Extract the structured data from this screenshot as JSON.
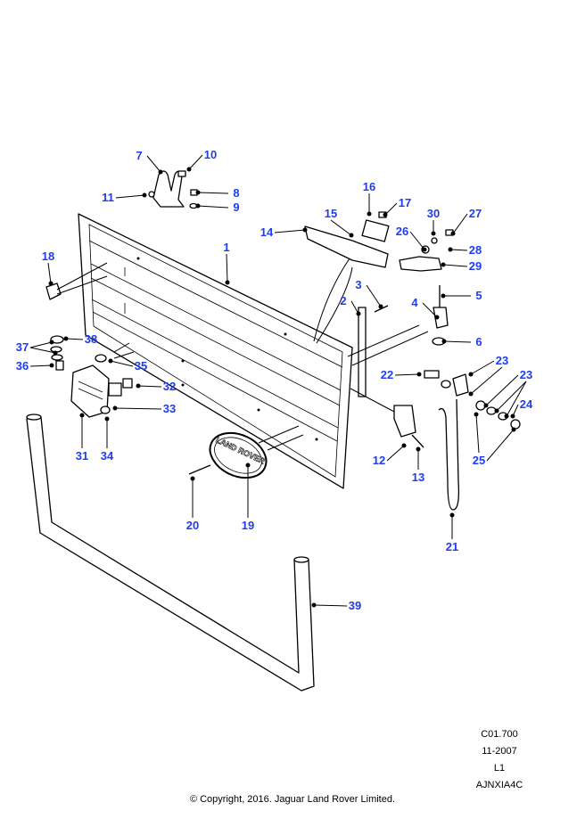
{
  "callouts": [
    "1",
    "2",
    "3",
    "4",
    "5",
    "6",
    "7",
    "8",
    "9",
    "10",
    "11",
    "12",
    "13",
    "14",
    "15",
    "16",
    "17",
    "18",
    "19",
    "20",
    "21",
    "22",
    "23",
    "23",
    "24",
    "25",
    "26",
    "27",
    "28",
    "29",
    "30",
    "31",
    "32",
    "33",
    "34",
    "35",
    "36",
    "37",
    "38",
    "39"
  ],
  "badge_text": "LAND ROVER",
  "meta": {
    "code": "C01.700",
    "date": "11-2007",
    "level": "L1",
    "ref": "AJNXIA4C"
  },
  "copyright": "© Copyright, 2016. Jaguar Land Rover Limited.",
  "colors": {
    "callout": "#1f3df0"
  }
}
